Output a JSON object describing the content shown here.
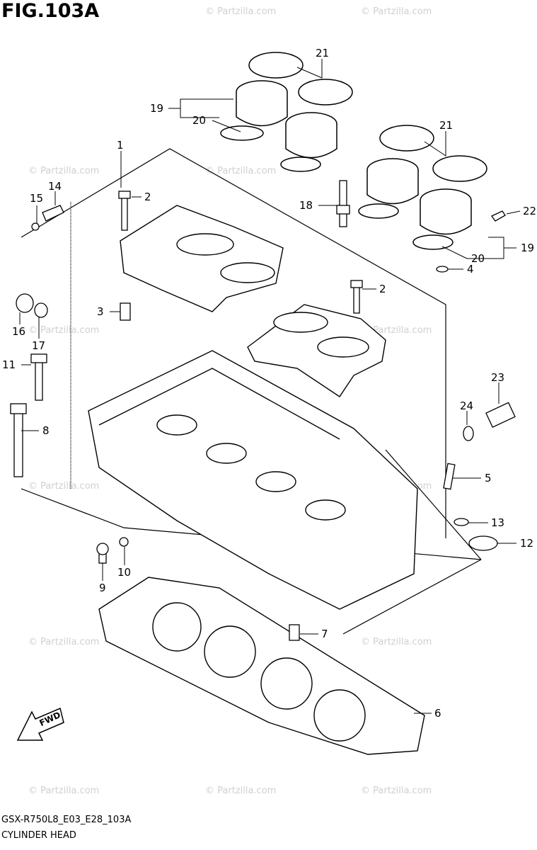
{
  "figure": {
    "title": "FIG.103A",
    "code": "GSX-R750L8_E03_E28_103A",
    "name": "CYLINDER HEAD"
  },
  "watermark": {
    "text": "© Partzilla.com",
    "color": "#d0d0d0"
  },
  "fwd_label": "FWD",
  "callouts": [
    {
      "id": "c1",
      "text": "1"
    },
    {
      "id": "c2a",
      "text": "2"
    },
    {
      "id": "c2b",
      "text": "2"
    },
    {
      "id": "c3",
      "text": "3"
    },
    {
      "id": "c4",
      "text": "4"
    },
    {
      "id": "c5",
      "text": "5"
    },
    {
      "id": "c6",
      "text": "6"
    },
    {
      "id": "c7",
      "text": "7"
    },
    {
      "id": "c8",
      "text": "8"
    },
    {
      "id": "c9",
      "text": "9"
    },
    {
      "id": "c10",
      "text": "10"
    },
    {
      "id": "c11",
      "text": "11"
    },
    {
      "id": "c12",
      "text": "12"
    },
    {
      "id": "c13",
      "text": "13"
    },
    {
      "id": "c14",
      "text": "14"
    },
    {
      "id": "c15",
      "text": "15"
    },
    {
      "id": "c16",
      "text": "16"
    },
    {
      "id": "c17",
      "text": "17"
    },
    {
      "id": "c18",
      "text": "18"
    },
    {
      "id": "c19a",
      "text": "19"
    },
    {
      "id": "c19b",
      "text": "19"
    },
    {
      "id": "c20a",
      "text": "20"
    },
    {
      "id": "c20b",
      "text": "20"
    },
    {
      "id": "c21a",
      "text": "21"
    },
    {
      "id": "c21b",
      "text": "21"
    },
    {
      "id": "c22",
      "text": "22"
    },
    {
      "id": "c23",
      "text": "23"
    },
    {
      "id": "c24",
      "text": "24"
    }
  ]
}
